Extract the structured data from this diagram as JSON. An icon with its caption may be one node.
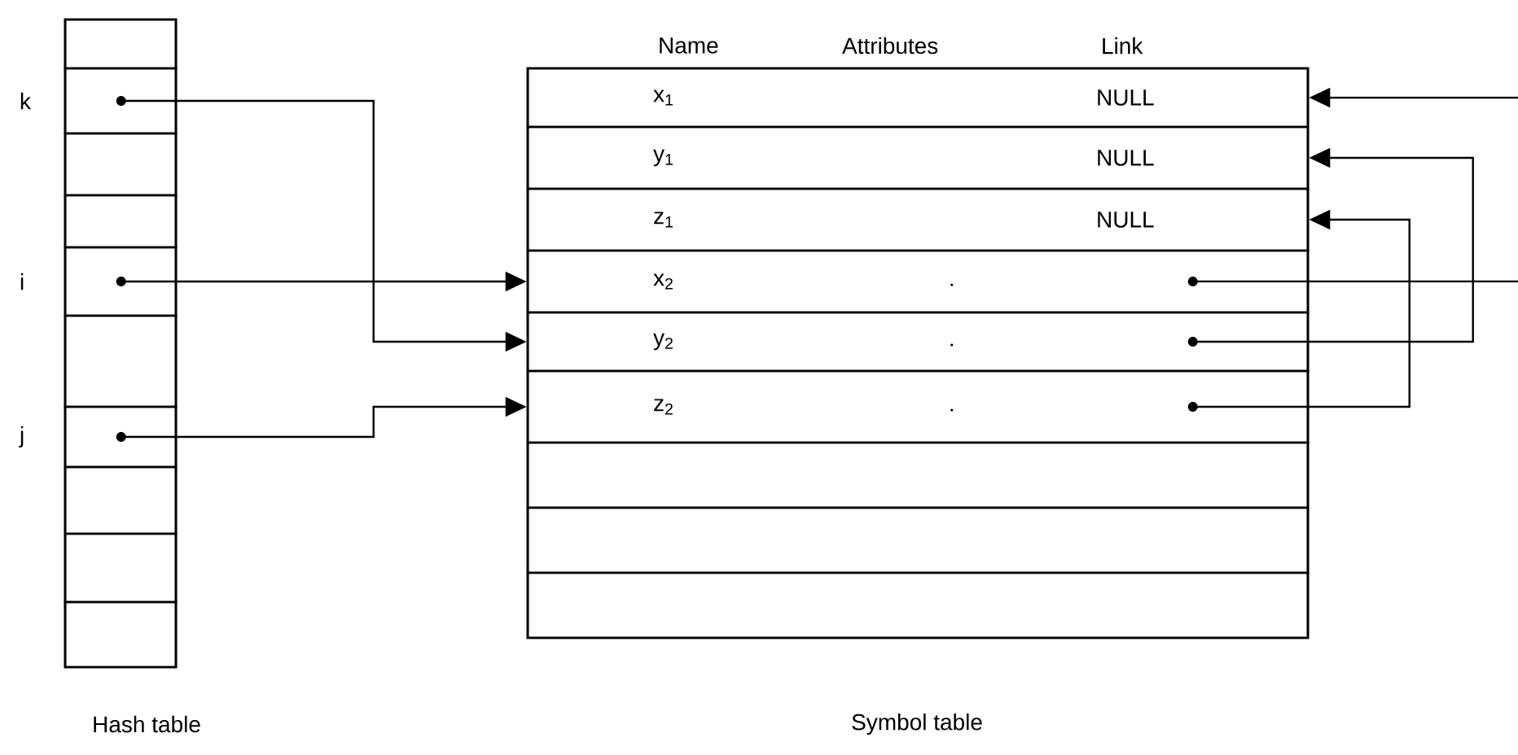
{
  "diagram": {
    "nodes": [
      {
        "text": [],
        "shape": "box",
        "beside": [
          "Hash table"
        ]
      },
      {
        "text": [],
        "shape": "box",
        "in": 0
      },
      {
        "text": [],
        "shape": "box",
        "in": 0,
        "beside": [
          "k"
        ]
      },
      {
        "text": [],
        "shape": "box",
        "in": 0
      },
      {
        "text": [],
        "shape": "box",
        "in": 0
      },
      {
        "text": [],
        "shape": "box",
        "in": 0,
        "beside": [
          "i"
        ]
      },
      {
        "text": [],
        "shape": "box",
        "in": 0
      },
      {
        "text": [],
        "shape": "box",
        "in": 0,
        "beside": [
          "j"
        ]
      },
      {
        "text": [],
        "shape": "box",
        "in": 0
      },
      {
        "text": [],
        "shape": "box",
        "in": 0
      },
      {
        "text": [],
        "shape": "box",
        "in": 0
      },
      {
        "text": [],
        "shape": "box",
        "beside": [
          "Symbol table"
        ]
      },
      {
        "text": [
          "x$_{1}$",
          "NULL"
        ],
        "in": 11
      },
      {
        "text": [
          "y$_{1}$",
          "NULL"
        ],
        "in": 11
      },
      {
        "text": [
          "z$_{1}$",
          "NULL"
        ],
        "in": 11
      },
      {
        "text": [
          "x$_{2}$"
        ],
        "in": 11
      },
      {
        "text": [
          "y$_{2}$"
        ],
        "in": 11
      },
      {
        "text": [
          "z$_{2}$"
        ],
        "in": 11
      },
      {
        "text": [],
        "shape": "box",
        "in": 11
      },
      {
        "text": [],
        "shape": "box",
        "in": 11
      },
      {
        "text": [],
        "shape": "box",
        "in": 11
      }
    ],
    "edges": [
      {
        "from": 2,
        "to": 16,
        "arrow": "to"
      },
      {
        "from": 5,
        "to": 15,
        "arrow": "to"
      },
      {
        "from": 7,
        "to": 17,
        "arrow": "to"
      },
      {
        "from": 15,
        "to": null,
        "arrow": "none"
      },
      {
        "from": null,
        "to": 12,
        "arrow": "to"
      },
      {
        "from": 16,
        "to": 13,
        "arrow": "to"
      },
      {
        "from": 17,
        "to": 14,
        "arrow": "to"
      }
    ],
    "labels": [
      "Name",
      "Attributes",
      "Link"
    ]
  }
}
